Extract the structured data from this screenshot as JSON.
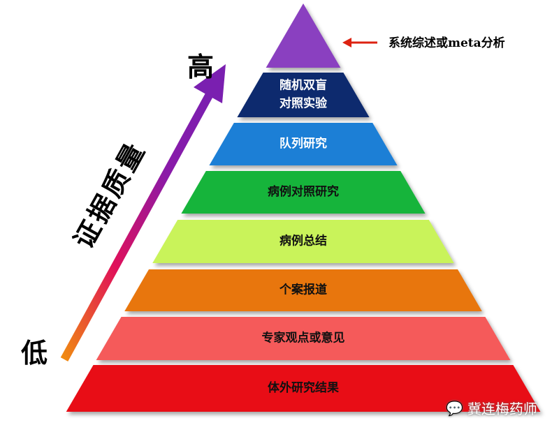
{
  "title_high": "高",
  "title_low": "低",
  "axis_label": "证据质量",
  "top_annotation": "系统综述或meta分析",
  "levels": [
    {
      "label": "",
      "color": "#8a3fc0"
    },
    {
      "label": "随机双盲",
      "label2": "对照实验",
      "color": "#0e2a6e"
    },
    {
      "label": "队列研究",
      "color": "#1e7fd6"
    },
    {
      "label": "病例对照研究",
      "color": "#19b43a"
    },
    {
      "label": "病例总结",
      "color": "#c9f35a"
    },
    {
      "label": "个案报道",
      "color": "#e8760a"
    },
    {
      "label": "专家观点或意见",
      "color": "#f55a5a"
    },
    {
      "label": "体外研究结果",
      "color": "#e80f14"
    }
  ],
  "watermark": "冀连梅药师"
}
